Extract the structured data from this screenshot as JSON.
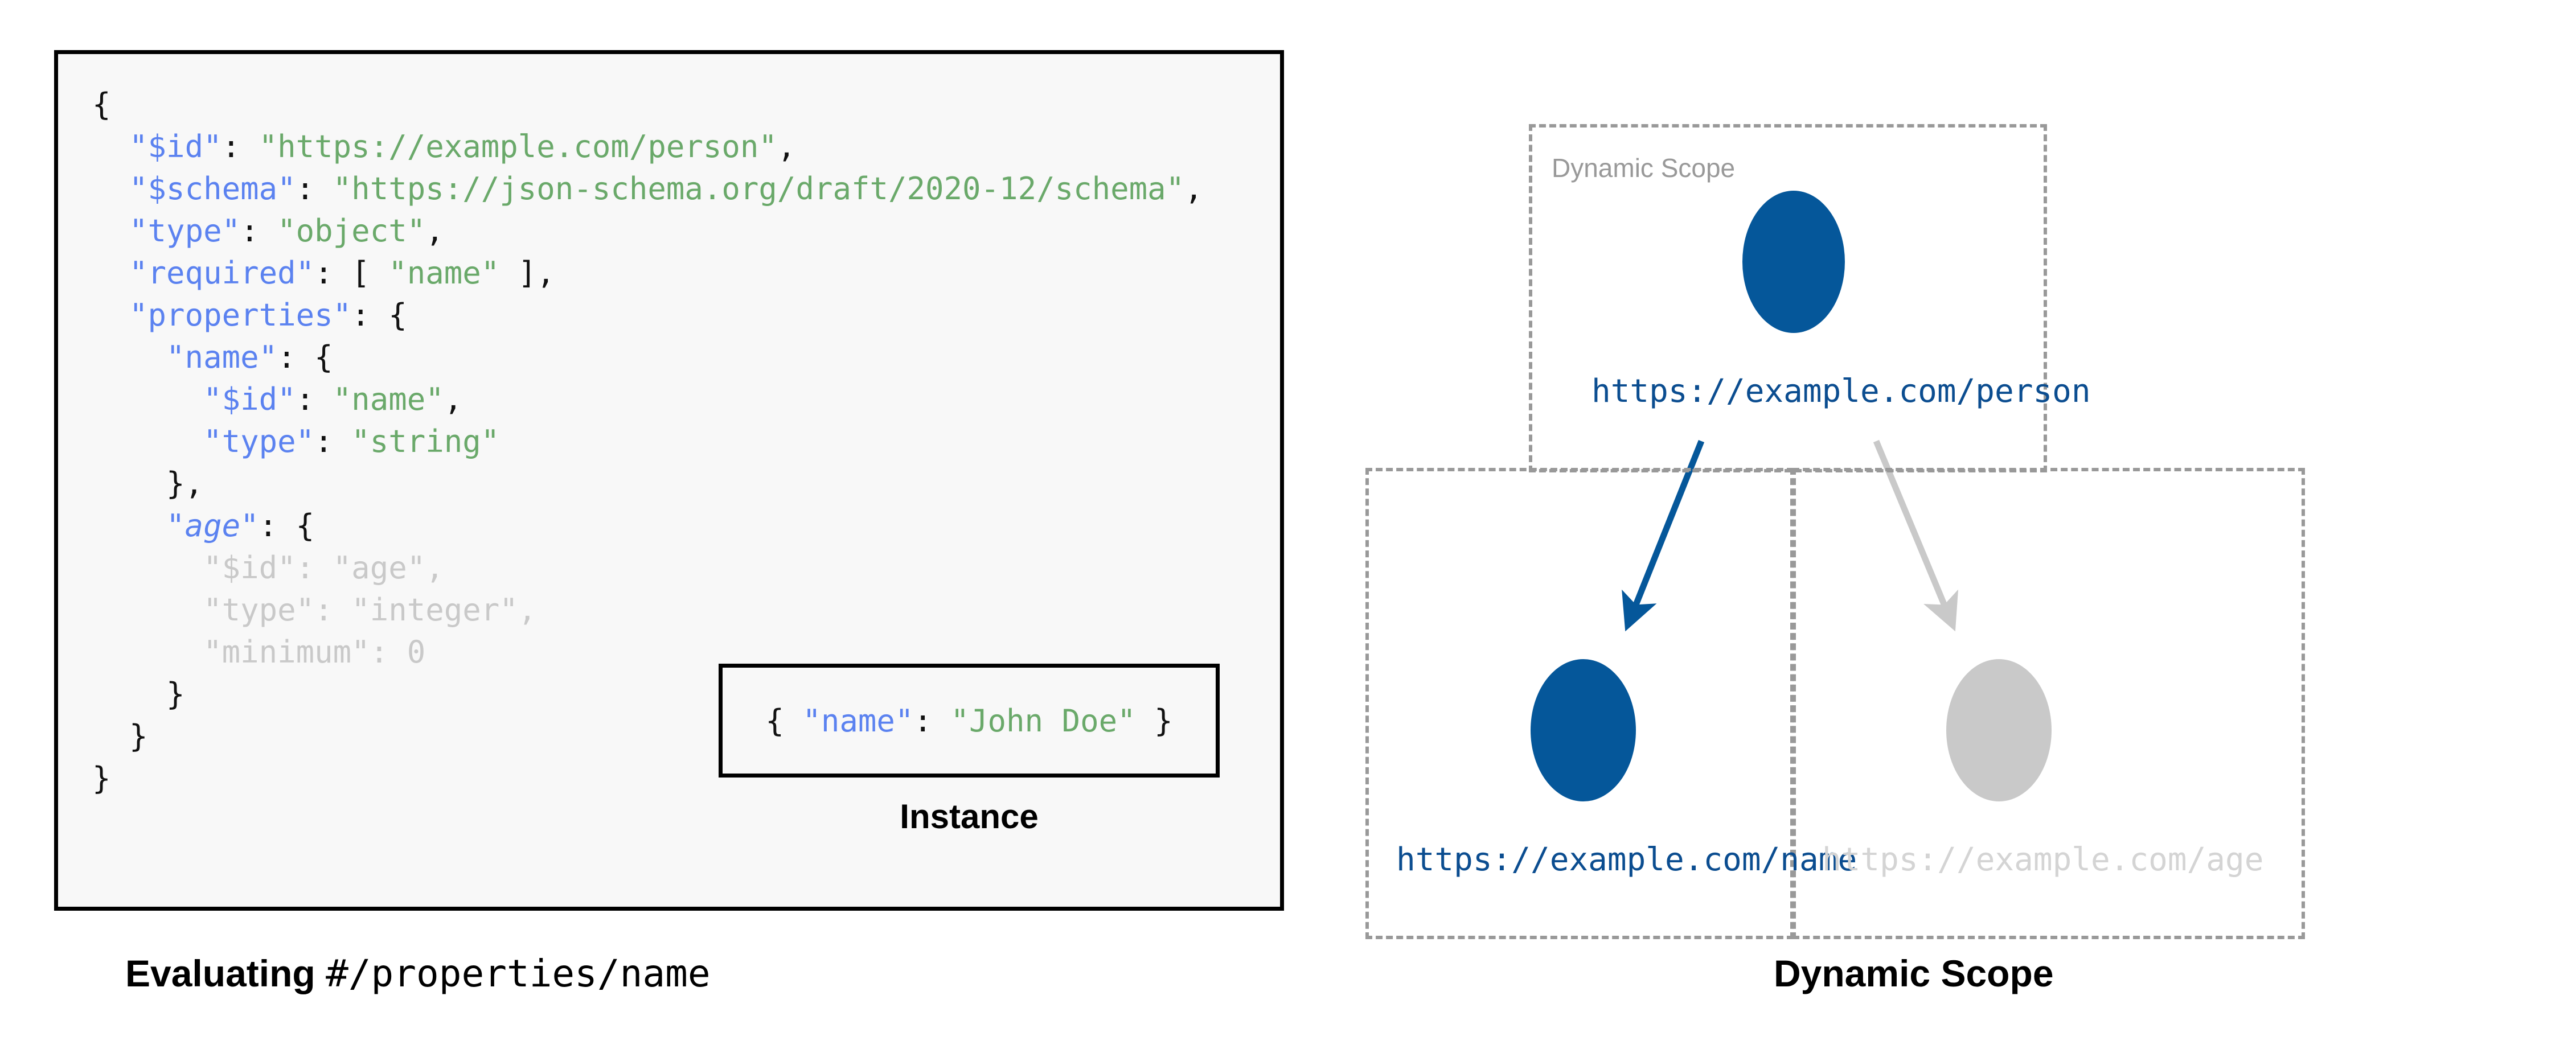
{
  "schema_panel": {
    "lines": [
      [
        {
          "t": "{",
          "c": "punct"
        }
      ],
      [
        {
          "t": "  ",
          "c": "plain"
        },
        {
          "t": "\"$id\"",
          "c": "key"
        },
        {
          "t": ": ",
          "c": "punct"
        },
        {
          "t": "\"https://example.com/person\"",
          "c": "str"
        },
        {
          "t": ",",
          "c": "punct"
        }
      ],
      [
        {
          "t": "  ",
          "c": "plain"
        },
        {
          "t": "\"$schema\"",
          "c": "key"
        },
        {
          "t": ": ",
          "c": "punct"
        },
        {
          "t": "\"https://json-schema.org/draft/2020-12/schema\"",
          "c": "str"
        },
        {
          "t": ",",
          "c": "punct"
        }
      ],
      [
        {
          "t": "  ",
          "c": "plain"
        },
        {
          "t": "\"type\"",
          "c": "key"
        },
        {
          "t": ": ",
          "c": "punct"
        },
        {
          "t": "\"object\"",
          "c": "str"
        },
        {
          "t": ",",
          "c": "punct"
        }
      ],
      [
        {
          "t": "  ",
          "c": "plain"
        },
        {
          "t": "\"required\"",
          "c": "key"
        },
        {
          "t": ": [ ",
          "c": "punct"
        },
        {
          "t": "\"name\"",
          "c": "str"
        },
        {
          "t": " ],",
          "c": "punct"
        }
      ],
      [
        {
          "t": "  ",
          "c": "plain"
        },
        {
          "t": "\"properties\"",
          "c": "key"
        },
        {
          "t": ": {",
          "c": "punct"
        }
      ],
      [
        {
          "t": "    ",
          "c": "plain"
        },
        {
          "t": "\"name\"",
          "c": "key"
        },
        {
          "t": ": {",
          "c": "punct"
        }
      ],
      [
        {
          "t": "      ",
          "c": "plain"
        },
        {
          "t": "\"$id\"",
          "c": "key"
        },
        {
          "t": ": ",
          "c": "punct"
        },
        {
          "t": "\"name\"",
          "c": "str"
        },
        {
          "t": ",",
          "c": "punct"
        }
      ],
      [
        {
          "t": "      ",
          "c": "plain"
        },
        {
          "t": "\"type\"",
          "c": "key"
        },
        {
          "t": ": ",
          "c": "punct"
        },
        {
          "t": "\"string\"",
          "c": "str"
        }
      ],
      [
        {
          "t": "    },",
          "c": "punct"
        }
      ],
      [
        {
          "t": "    ",
          "c": "plain"
        },
        {
          "t": "\"age\"",
          "c": "key-faded"
        },
        {
          "t": ": {",
          "c": "punct"
        }
      ],
      [
        {
          "t": "      ",
          "c": "plain"
        },
        {
          "t": "\"$id\"",
          "c": "faded"
        },
        {
          "t": ": ",
          "c": "faded"
        },
        {
          "t": "\"age\"",
          "c": "faded"
        },
        {
          "t": ",",
          "c": "faded"
        }
      ],
      [
        {
          "t": "      ",
          "c": "plain"
        },
        {
          "t": "\"type\"",
          "c": "faded"
        },
        {
          "t": ": ",
          "c": "faded"
        },
        {
          "t": "\"integer\"",
          "c": "faded"
        },
        {
          "t": ",",
          "c": "faded"
        }
      ],
      [
        {
          "t": "      ",
          "c": "plain"
        },
        {
          "t": "\"minimum\"",
          "c": "faded"
        },
        {
          "t": ": ",
          "c": "faded"
        },
        {
          "t": "0",
          "c": "faded"
        }
      ],
      [
        {
          "t": "    }",
          "c": "punct"
        }
      ],
      [
        {
          "t": "  }",
          "c": "punct"
        }
      ],
      [
        {
          "t": "}",
          "c": "punct"
        }
      ]
    ]
  },
  "instance": {
    "code_parts": [
      {
        "t": "{ ",
        "c": "punct"
      },
      {
        "t": "\"name\"",
        "c": "key"
      },
      {
        "t": ": ",
        "c": "punct"
      },
      {
        "t": "\"John Doe\"",
        "c": "str"
      },
      {
        "t": " }",
        "c": "punct"
      }
    ],
    "caption": "Instance"
  },
  "left_caption": {
    "prefix": "Evaluating ",
    "pointer": "#/properties/name"
  },
  "diagram": {
    "scope_label": "Dynamic Scope",
    "nodes": [
      {
        "id": "person",
        "label": "https://example.com/person",
        "state": "active"
      },
      {
        "id": "name",
        "label": "https://example.com/name",
        "state": "active"
      },
      {
        "id": "age",
        "label": "https://example.com/age",
        "state": "inactive"
      }
    ],
    "edges": [
      {
        "from": "person",
        "to": "name",
        "state": "active"
      },
      {
        "from": "person",
        "to": "age",
        "state": "inactive"
      }
    ],
    "caption": "Dynamic Scope"
  },
  "colors": {
    "node_active": "#05579a",
    "node_inactive": "#c9c9c9",
    "label_active": "#0b4d90",
    "label_inactive": "#d4d4d4",
    "scope_border": "#999999",
    "scope_label": "#999999",
    "json_key": "#5b82f0",
    "json_string": "#6aa96a",
    "json_punct": "#111111",
    "json_faded": "#c9c9c9",
    "panel_bg": "#f8f8f8",
    "panel_border": "#000000"
  }
}
